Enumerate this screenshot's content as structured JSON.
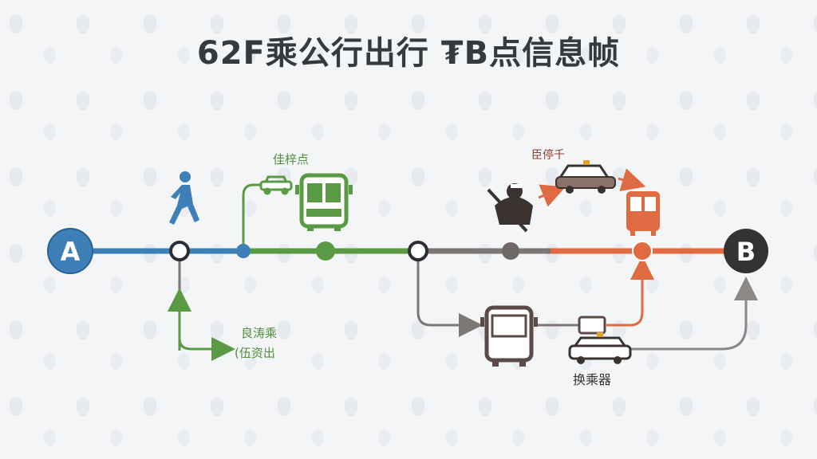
{
  "title": "62F乘公行出行 ₮B点信息帧",
  "endpoints": {
    "start": "A",
    "end": "B"
  },
  "labels": {
    "transfer_green": "佳梓点",
    "transfer_red": "臣停千",
    "walk_line1": "良涛乘",
    "walk_line2": "(伍资出",
    "bus_transfer": "换乘器"
  },
  "colors": {
    "blue_segment": "#3f7fb8",
    "green_segment": "#5a9a45",
    "gray_segment": "#7d7674",
    "red_segment": "#e06a42",
    "endpoint_b": "#333333"
  },
  "icons": [
    "walking-person-icon",
    "car-icon",
    "bus-icon",
    "thief-icon",
    "taxi-icon"
  ]
}
